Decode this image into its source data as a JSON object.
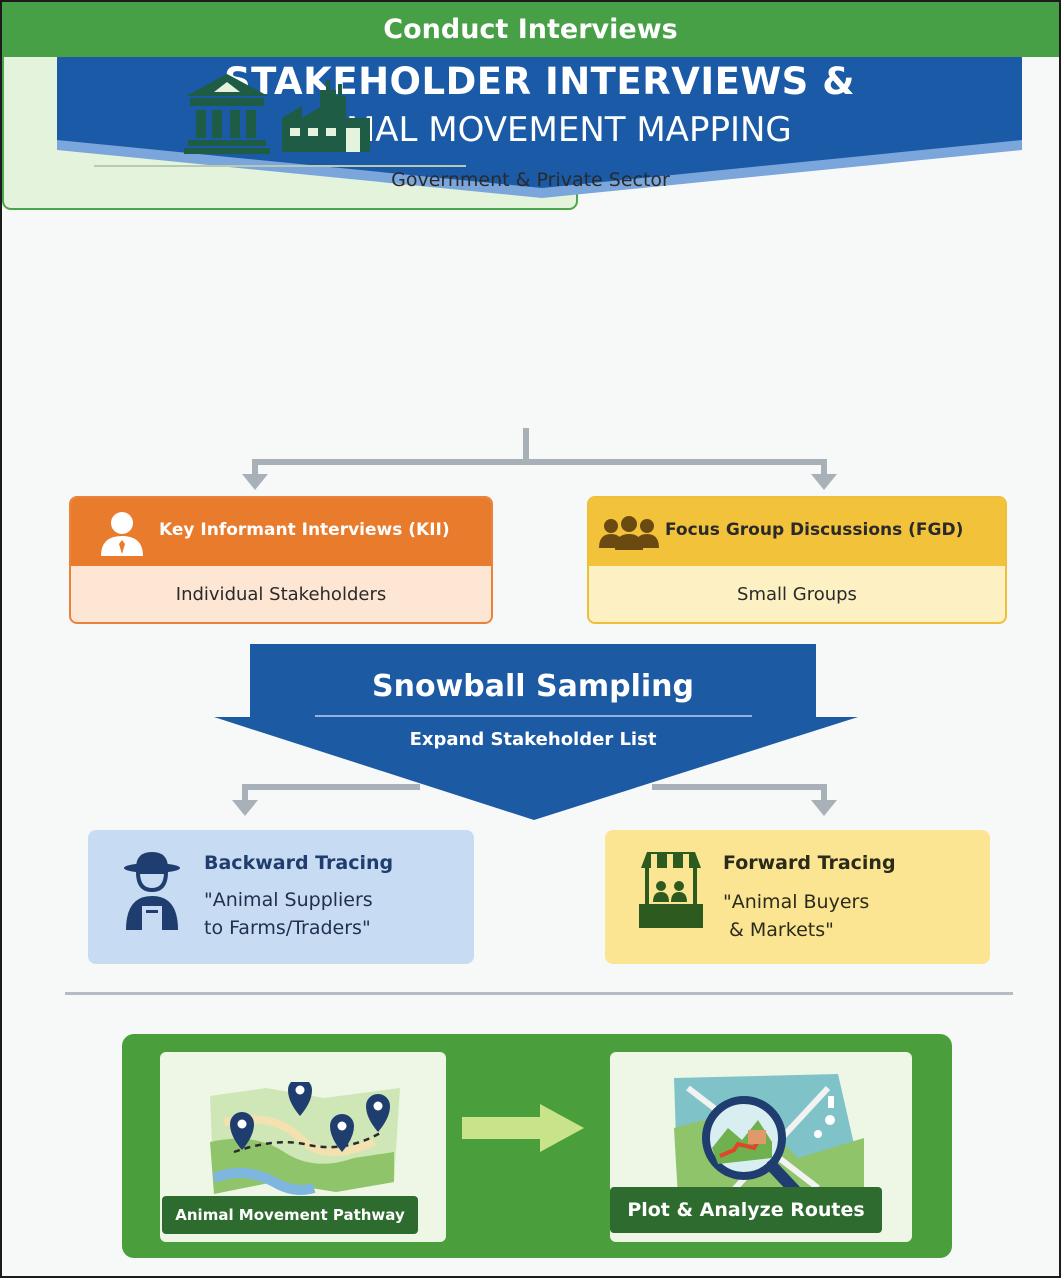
{
  "banner": {
    "title_line1": "STAKEHOLDER INTERVIEWS &",
    "title_line2": "ANIMAL MOVEMENT MAPPING",
    "colors": {
      "main": "#1a5aa6",
      "lower": "#7aa6dc"
    }
  },
  "conduct": {
    "title": "Conduct Interviews",
    "subtitle": "Government & Private Sector",
    "icons": [
      "government-building-icon",
      "factory-icon"
    ],
    "colors": {
      "header": "#47a046",
      "body": "#e3f3dc",
      "icon": "#1f5c45"
    }
  },
  "kii": {
    "title": "Key Informant Interviews (KII)",
    "body": "Individual Stakeholders",
    "icon": "person-icon",
    "colors": {
      "header": "#e97b2c",
      "body": "#fde6d3"
    }
  },
  "fgd": {
    "title": "Focus Group Discussions (FGD)",
    "body": "Small Groups",
    "icon": "group-icon",
    "colors": {
      "header": "#f3c23b",
      "body": "#fdf1c4"
    }
  },
  "snowball": {
    "title": "Snowball Sampling",
    "subtitle": "Expand Stakeholder List",
    "colors": {
      "fill": "#1c5aa3"
    }
  },
  "backward": {
    "title": "Backward Tracing",
    "body": "\"Animal Suppliers\nto Farms/Traders\"",
    "icon": "farmer-icon",
    "colors": {
      "fill": "#c7dbf2"
    }
  },
  "forward": {
    "title": "Forward Tracing",
    "body": "\"Animal Buyers\n & Markets\"",
    "icon": "market-stall-icon",
    "colors": {
      "fill": "#fbe593"
    }
  },
  "mapping": {
    "pathway_label": "Animal Movement Pathway",
    "analyze_label": "Plot & Analyze Routes",
    "icons": [
      "map-pins-icon",
      "arrow-right-icon",
      "magnifier-map-icon"
    ],
    "colors": {
      "panel": "#4a9e3b",
      "label": "#2e6b2e"
    }
  }
}
